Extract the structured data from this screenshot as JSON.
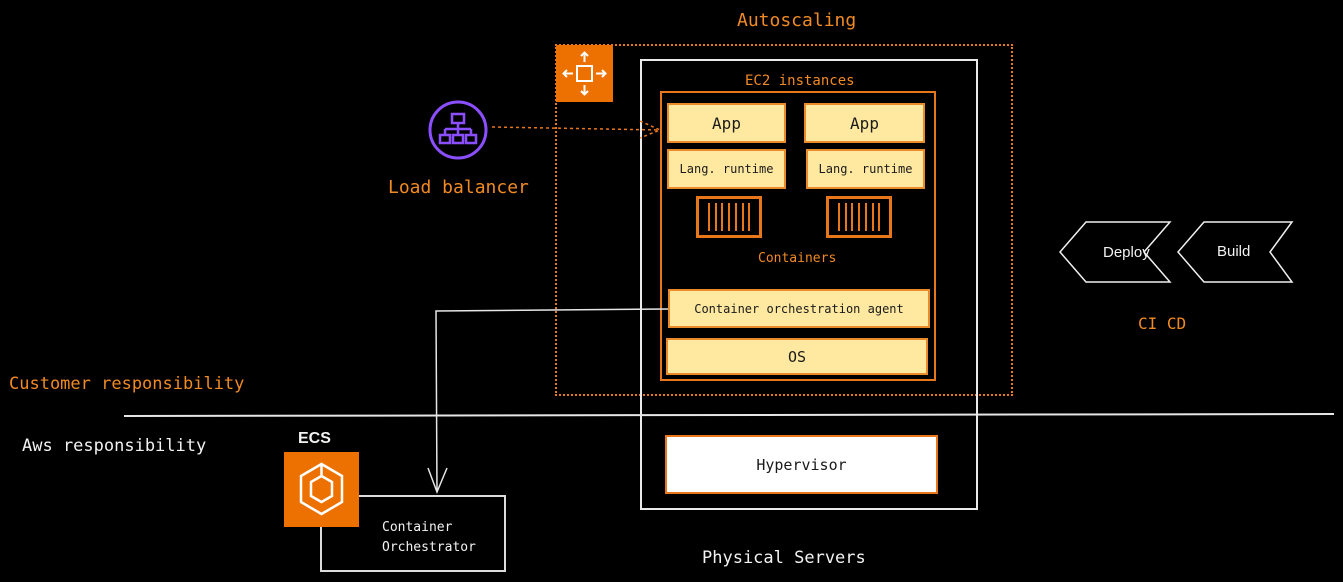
{
  "autoscaling": {
    "label": "Autoscaling"
  },
  "ec2": {
    "label": "EC2 instances"
  },
  "apps": [
    {
      "app": "App",
      "runtime": "Lang. runtime"
    },
    {
      "app": "App",
      "runtime": "Lang. runtime"
    }
  ],
  "containers": {
    "label": "Containers"
  },
  "agent": {
    "label": "Container orchestration agent"
  },
  "os": {
    "label": "OS"
  },
  "hypervisor": {
    "label": "Hypervisor"
  },
  "physical": {
    "label": "Physical Servers"
  },
  "load_balancer": {
    "label": "Load balancer"
  },
  "customer": {
    "label": "Customer responsibility"
  },
  "aws": {
    "label": "Aws responsibility"
  },
  "ecs": {
    "label": "ECS",
    "box_line1": "Container",
    "box_line2": "Orchestrator"
  },
  "cicd": {
    "deploy": "Deploy",
    "build": "Build",
    "label": "CI CD"
  },
  "colors": {
    "orange": "#f08a24",
    "yellow": "#ffe9a0",
    "purple": "#8c4fff",
    "aws_orange": "#ed7100"
  }
}
